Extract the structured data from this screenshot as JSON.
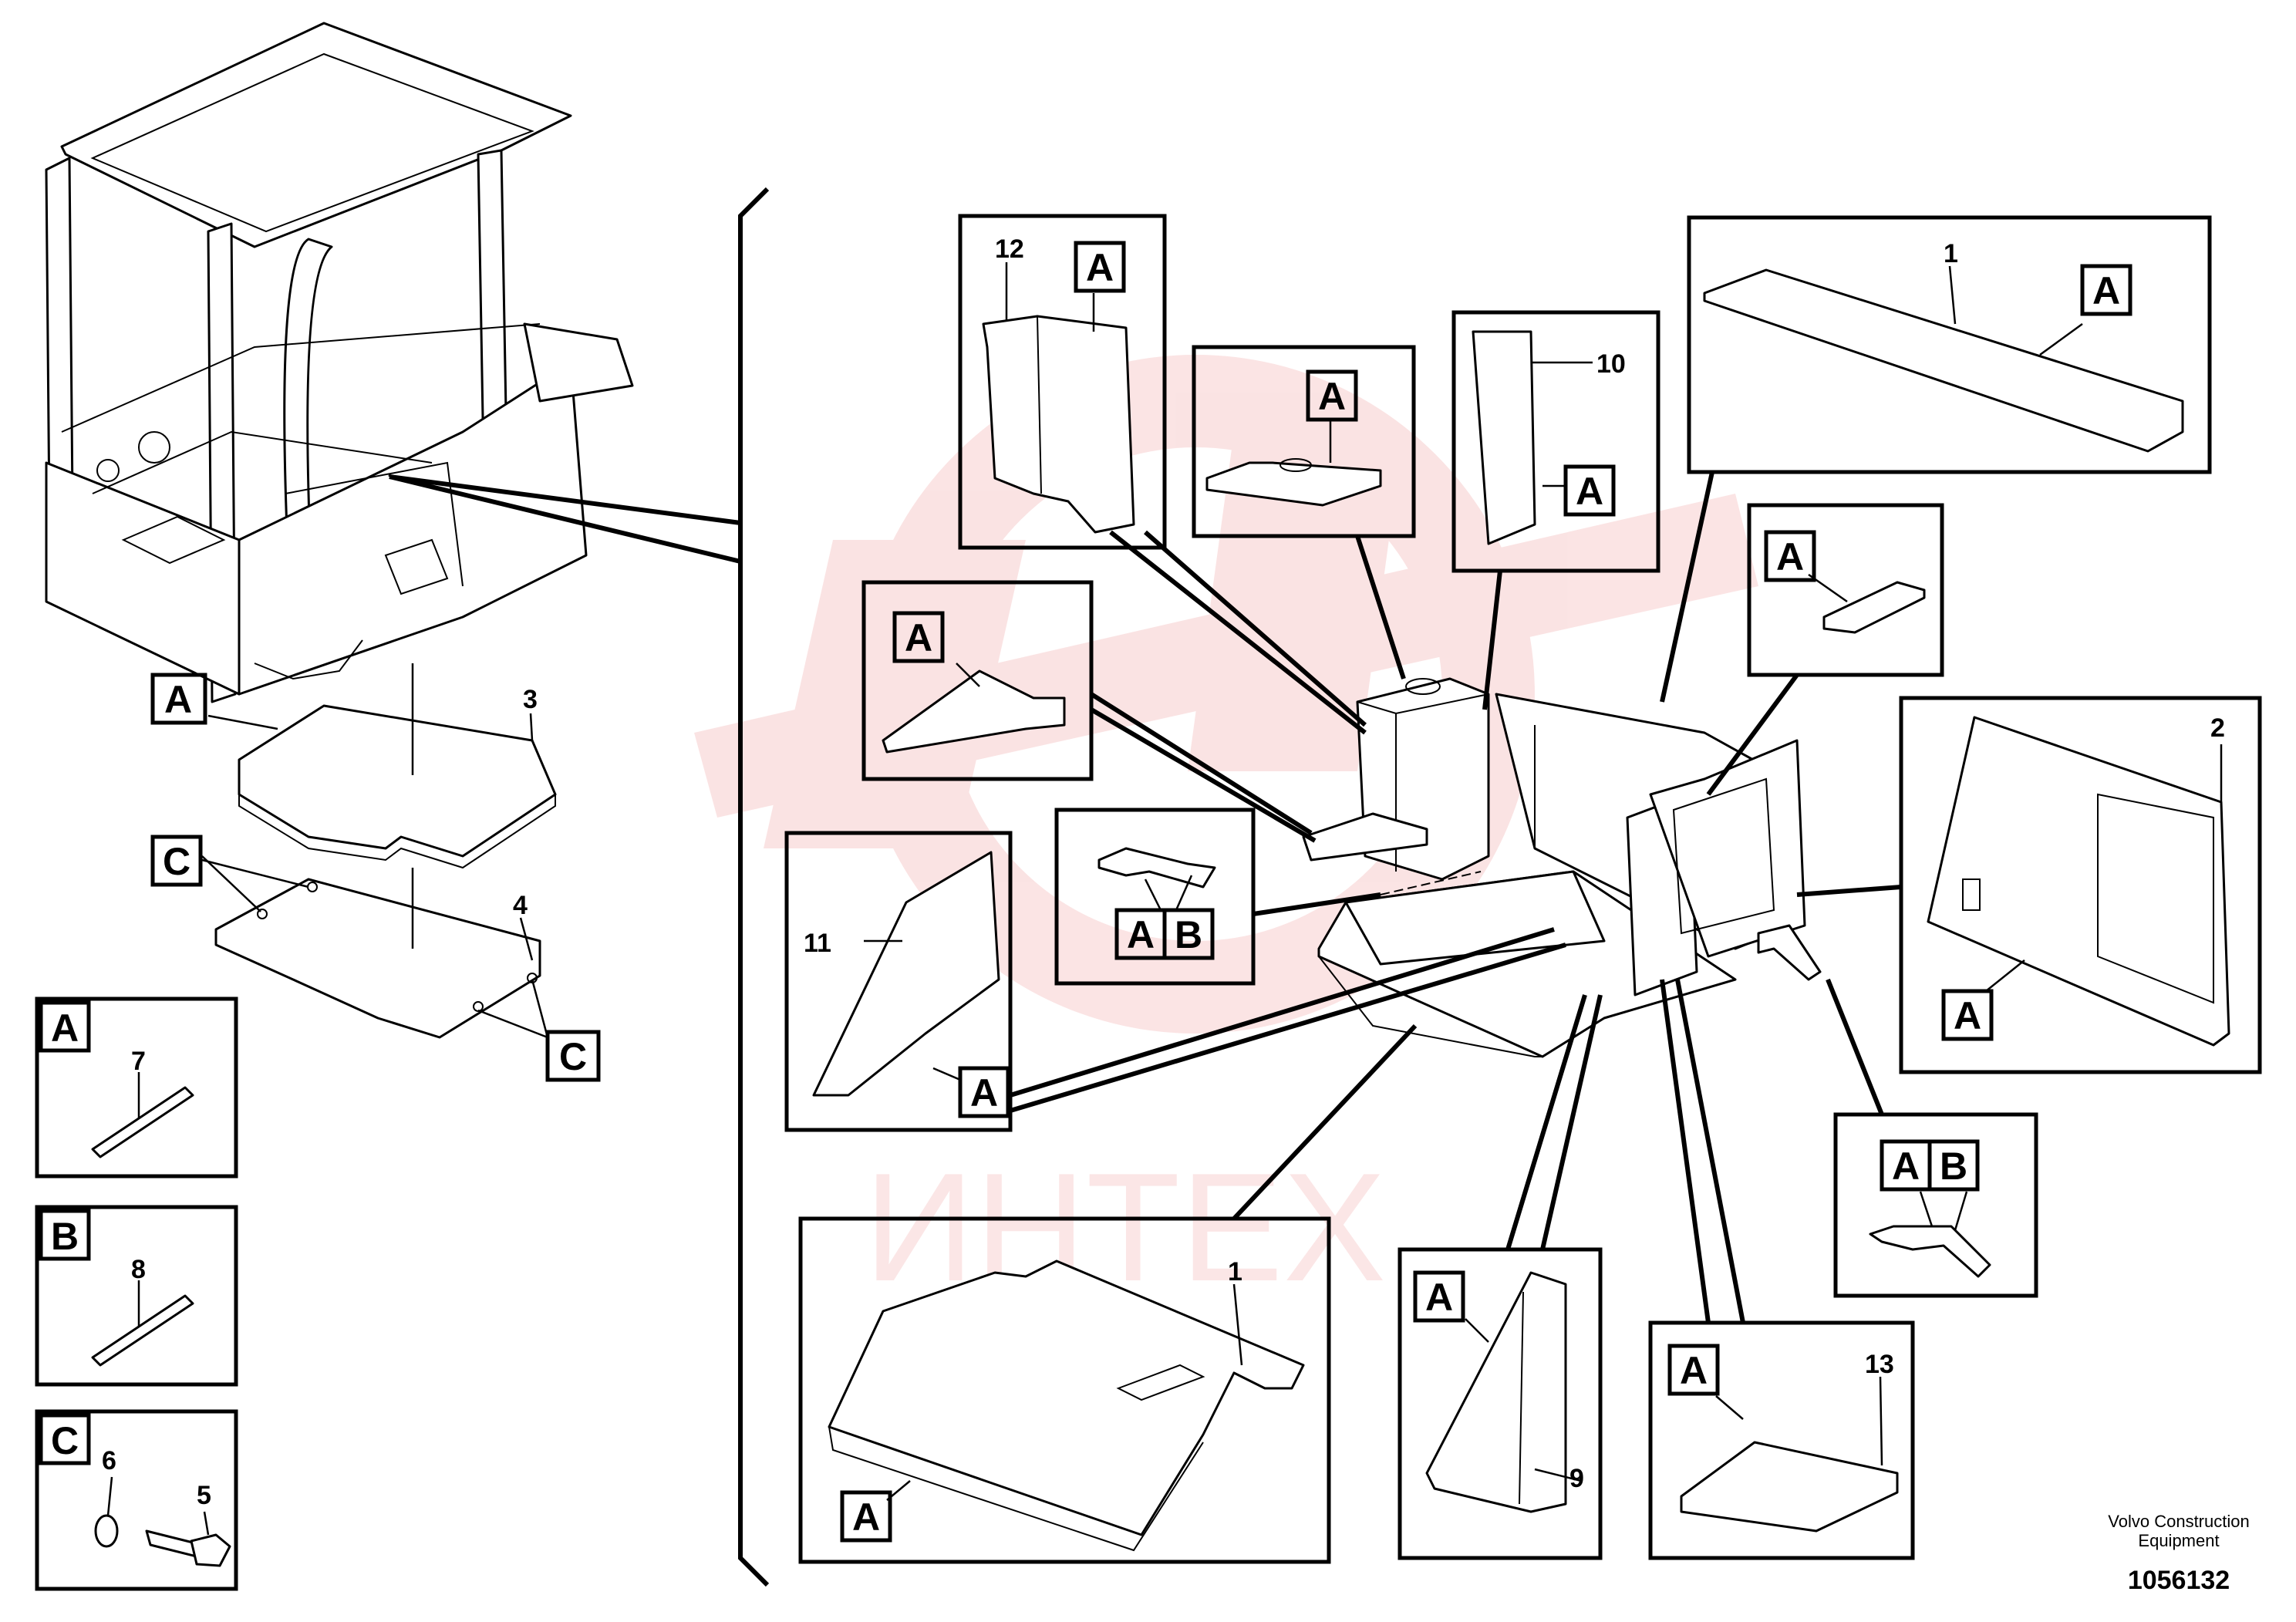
{
  "watermark": {
    "text": "ИНТЕХ",
    "color": "#e03030"
  },
  "footer": {
    "company_line1": "Volvo Construction",
    "company_line2": "Equipment",
    "drawing_number": "1056132"
  },
  "legend": [
    {
      "letter": "A",
      "parts": [
        "7"
      ]
    },
    {
      "letter": "B",
      "parts": [
        "8"
      ]
    },
    {
      "letter": "C",
      "parts": [
        "6",
        "5"
      ]
    }
  ],
  "overview": {
    "mat_label": "3",
    "plate_label": "4",
    "mat_ref": "A",
    "plate_ref_top": "C",
    "plate_ref_bottom": "C"
  },
  "details": {
    "d12": {
      "part": "12",
      "ref": "A"
    },
    "dtop": {
      "ref": "A"
    },
    "d10": {
      "part": "10",
      "ref": "A"
    },
    "d1a": {
      "part": "1",
      "ref": "A"
    },
    "dclip": {
      "ref": "A"
    },
    "d2": {
      "part": "2",
      "ref": "A"
    },
    "dwedge": {
      "ref": "A"
    },
    "dhook": {
      "ref_a": "A",
      "ref_b": "B"
    },
    "d11": {
      "part": "11",
      "ref": "A"
    },
    "dab2": {
      "ref_a": "A",
      "ref_b": "B"
    },
    "d1b": {
      "part": "1",
      "ref": "A"
    },
    "d9": {
      "part": "9",
      "ref": "A"
    },
    "d13": {
      "part": "13",
      "ref": "A"
    }
  },
  "colors": {
    "line": "#000000",
    "background": "#ffffff",
    "watermark": "#e03030"
  }
}
